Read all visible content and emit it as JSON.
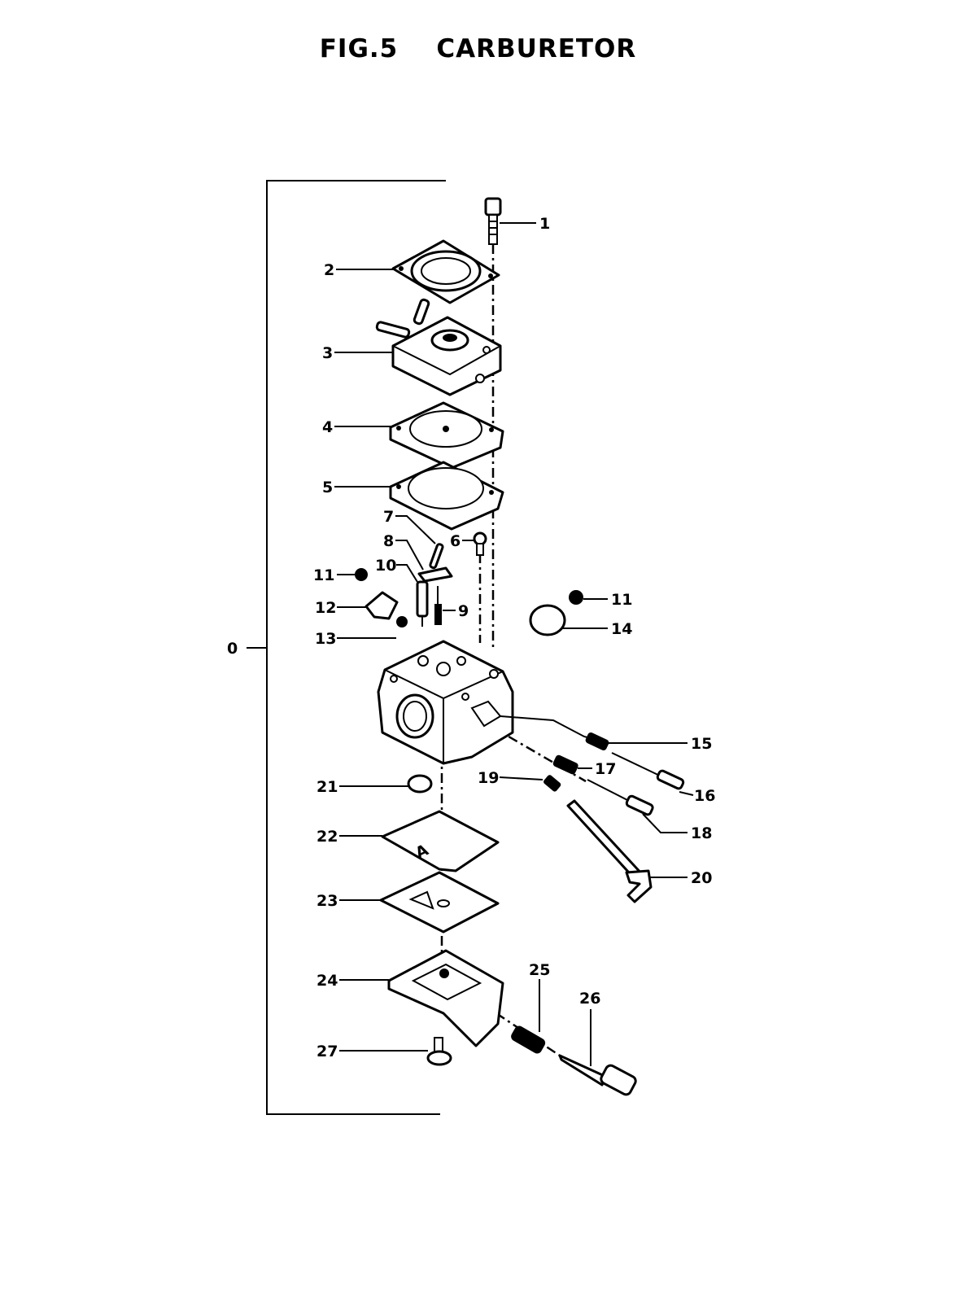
{
  "title": "FIG.5    CARBURETOR",
  "callouts": [
    {
      "id": "0",
      "label": "0"
    },
    {
      "id": "1",
      "label": "1"
    },
    {
      "id": "2",
      "label": "2"
    },
    {
      "id": "3",
      "label": "3"
    },
    {
      "id": "4",
      "label": "4"
    },
    {
      "id": "5",
      "label": "5"
    },
    {
      "id": "6",
      "label": "6"
    },
    {
      "id": "7",
      "label": "7"
    },
    {
      "id": "8",
      "label": "8"
    },
    {
      "id": "9",
      "label": "9"
    },
    {
      "id": "10",
      "label": "10"
    },
    {
      "id": "11a",
      "label": "11"
    },
    {
      "id": "11b",
      "label": "11"
    },
    {
      "id": "12",
      "label": "12"
    },
    {
      "id": "13",
      "label": "13"
    },
    {
      "id": "14",
      "label": "14"
    },
    {
      "id": "15",
      "label": "15"
    },
    {
      "id": "16",
      "label": "16"
    },
    {
      "id": "17",
      "label": "17"
    },
    {
      "id": "18",
      "label": "18"
    },
    {
      "id": "19",
      "label": "19"
    },
    {
      "id": "20",
      "label": "20"
    },
    {
      "id": "21",
      "label": "21"
    },
    {
      "id": "22",
      "label": "22"
    },
    {
      "id": "23",
      "label": "23"
    },
    {
      "id": "24",
      "label": "24"
    },
    {
      "id": "25",
      "label": "25"
    },
    {
      "id": "26",
      "label": "26"
    },
    {
      "id": "27",
      "label": "27"
    }
  ]
}
